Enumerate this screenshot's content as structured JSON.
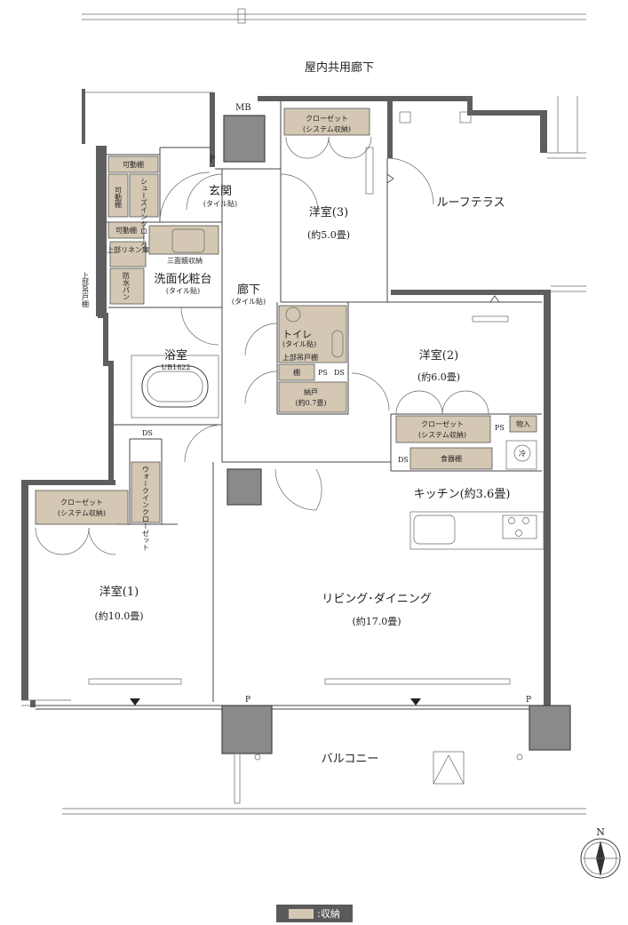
{
  "labels": {
    "corridor_common": "屋内共用廊下",
    "mb": "MB",
    "p": "P",
    "ds": "DS",
    "ps": "PS",
    "entrance": "玄関",
    "entrance_sub": "(タイル貼)",
    "hallway": "廊下",
    "hallway_sub": "(タイル貼)",
    "washroom": "洗面化粧台",
    "washroom_sub": "(タイル貼)",
    "bath": "浴室",
    "bath_sub": "UB1822",
    "toilet": "トイレ",
    "toilet_sub": "(タイル貼)",
    "upper_cabinet": "上部吊戸棚",
    "upper_cabinet_side": "上部吊戸棚",
    "shelf": "棚",
    "storage_closet": "納戸",
    "storage_closet_size": "(約0.7畳)",
    "room3": "洋室(3)",
    "room3_size": "(約5.0畳)",
    "room2": "洋室(2)",
    "room2_size": "(約6.0畳)",
    "room1": "洋室(1)",
    "room1_size": "(約10.0畳)",
    "roof_terrace": "ルーフテラス",
    "kitchen": "キッチン(約3.6畳)",
    "living": "リビング･ダイニング",
    "living_size": "(約17.0畳)",
    "balcony": "バルコニー",
    "closet": "クローゼット",
    "closet_sub": "(システム収納)",
    "closet_sub_narrow": "(システム収納)",
    "movable_shelf": "可動棚",
    "movable_shelf_v": "可動棚",
    "shoes_in_closet": "シューズインクローク",
    "linen": "上部リネン庫",
    "mirror_cabinet": "三面鏡収納",
    "waterproof_pan": "防水パン",
    "walk_in_closet": "ウォークインクローゼット",
    "storage_item": "物入",
    "dish_shelf": "食器棚",
    "fridge": "冷",
    "north": "N"
  },
  "legend": {
    "label": ":収納"
  },
  "colors": {
    "storage": "#d4c8b4",
    "wall": "#5e5e5e",
    "pillar": "#8a8a8a"
  }
}
